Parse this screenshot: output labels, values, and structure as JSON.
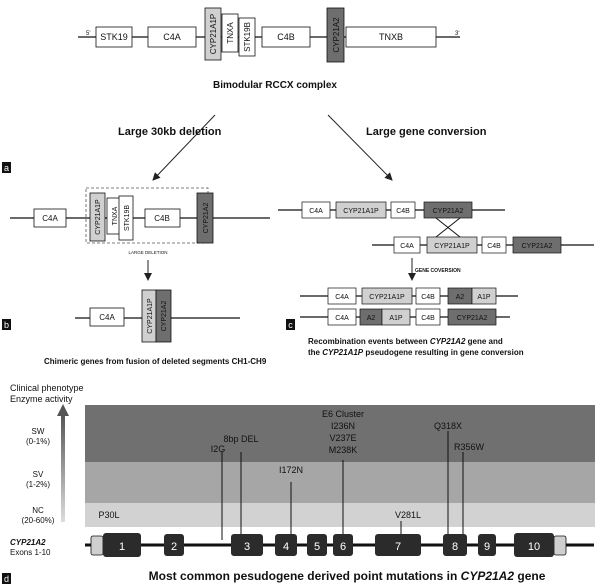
{
  "panel_a": {
    "genes": [
      "STK19",
      "C4A",
      "CYP21A1P",
      "TNXA",
      "STK19B",
      "C4B",
      "CYP21A2",
      "TNXB"
    ],
    "five_prime": "5'",
    "three_prime": "3'",
    "title": "Bimodular RCCX complex",
    "left_arrow_label": "Large 30kb deletion",
    "right_arrow_label": "Large gene conversion",
    "panel_label": "a"
  },
  "panel_b": {
    "genes": [
      "C4A",
      "CYP21A1P",
      "TNXA",
      "STK19B",
      "C4B",
      "CYP21A2"
    ],
    "deletion_label": "LARGE DELETION",
    "result_genes": [
      "C4A",
      "CYP21A1P",
      "CYP21A2"
    ],
    "caption": "Chimeric genes from fusion of deleted segments CH1-CH9",
    "panel_label": "b"
  },
  "panel_c": {
    "top_genes": [
      "C4A",
      "CYP21A1P",
      "C4B",
      "CYP21A2"
    ],
    "bottom_genes": [
      "C4A",
      "CYP21A1P",
      "C4B",
      "CYP21A2"
    ],
    "gene_conversion_label": "GENE COVERSION",
    "result1": [
      "C4A",
      "CYP21A1P",
      "C4B",
      "A2",
      "A1P"
    ],
    "result2": [
      "C4A",
      "A2",
      "A1P",
      "C4B",
      "CYP21A2"
    ],
    "caption_line1_pre": "Recombination  events between ",
    "caption_line1_gene": "CYP21A2",
    "caption_line1_post": " gene and",
    "caption_line2_pre": "the ",
    "caption_line2_gene": "CYP21A1P",
    "caption_line2_post": " pseudogene resulting in gene conversion",
    "panel_label": "c"
  },
  "panel_d": {
    "header_line1": "Clinical phenotype",
    "header_line2": "Enzyme activity",
    "phenotypes": [
      {
        "name": "SW",
        "range": "(0-1%)"
      },
      {
        "name": "SV",
        "range": "(1-2%)"
      },
      {
        "name": "NC",
        "range": "(20-60%)"
      }
    ],
    "gene_label": "CYP21A2",
    "exons_label": "Exons 1-10",
    "exons": [
      "1",
      "2",
      "3",
      "4",
      "5",
      "6",
      "7",
      "8",
      "9",
      "10"
    ],
    "mutations": {
      "i2g": "I2G",
      "bp_del": "8bp DEL",
      "e6_cluster": [
        "E6 Cluster",
        "I236N",
        "V237E",
        "M238K"
      ],
      "q318x": "Q318X",
      "r356w": "R356W",
      "i172n": "I172N",
      "p30l": "P30L",
      "v281l": "V281L"
    },
    "title_pre": "Most common pesudogene derived point mutations in ",
    "title_gene": "CYP21A2",
    "title_post": " gene",
    "panel_label": "d",
    "colors": {
      "sw": "#707070",
      "sv": "#a6a6a6",
      "nc": "#d2d2d2",
      "exon": "#2b2b2b",
      "cyp21a2": "#6e6e6e",
      "cyp21a1p": "#d0d0d0"
    }
  }
}
